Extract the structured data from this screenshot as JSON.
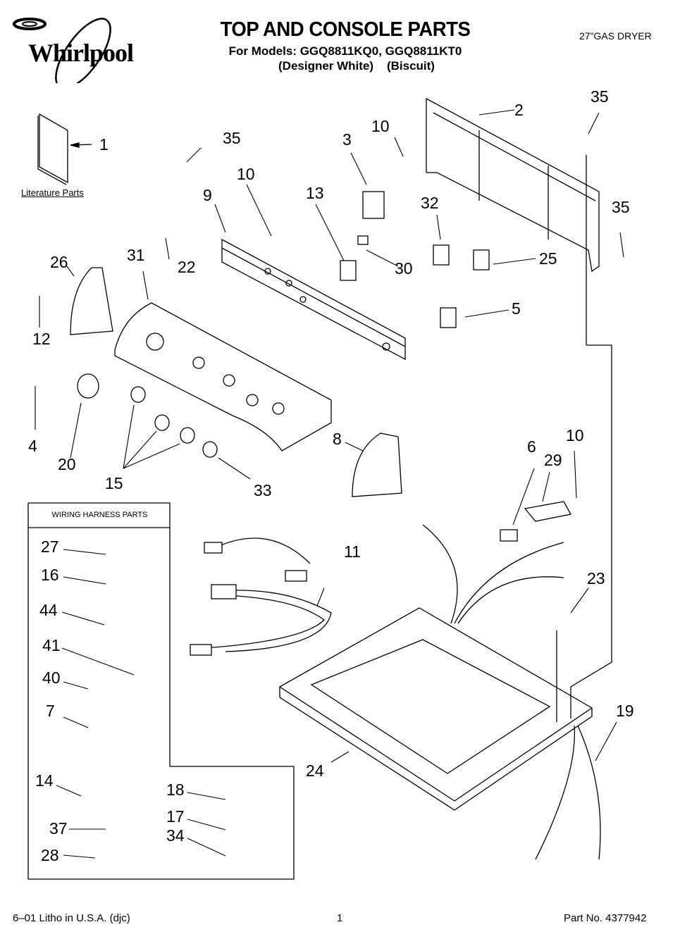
{
  "header": {
    "brand": "Whirlpool",
    "title": "TOP AND CONSOLE PARTS",
    "models_line": "For Models: GGQ8811KQ0, GGQ8811KT0",
    "colors_line": "(Designer White)    (Biscuit)",
    "product": "27\"GAS DRYER"
  },
  "literature": {
    "label": "Literature Parts"
  },
  "wiring_box": {
    "title": "WIRING HARNESS PARTS"
  },
  "callouts": {
    "c1": "1",
    "c2": "2",
    "c3": "3",
    "c4": "4",
    "c5": "5",
    "c6": "6",
    "c7": "7",
    "c8": "8",
    "c9": "9",
    "c10a": "10",
    "c10b": "10",
    "c10c": "10",
    "c11": "11",
    "c12": "12",
    "c13": "13",
    "c14": "14",
    "c15": "15",
    "c16": "16",
    "c17": "17",
    "c18": "18",
    "c19": "19",
    "c20": "20",
    "c22": "22",
    "c23": "23",
    "c24": "24",
    "c25": "25",
    "c26": "26",
    "c27": "27",
    "c28": "28",
    "c29": "29",
    "c30": "30",
    "c31": "31",
    "c32": "32",
    "c33": "33",
    "c34": "34",
    "c35a": "35",
    "c35b": "35",
    "c35c": "35",
    "c37": "37",
    "c40": "40",
    "c41": "41",
    "c44": "44"
  },
  "footer": {
    "left": "6–01 Litho in U.S.A. (djc)",
    "page": "1",
    "part_no": "Part No. 4377942"
  }
}
